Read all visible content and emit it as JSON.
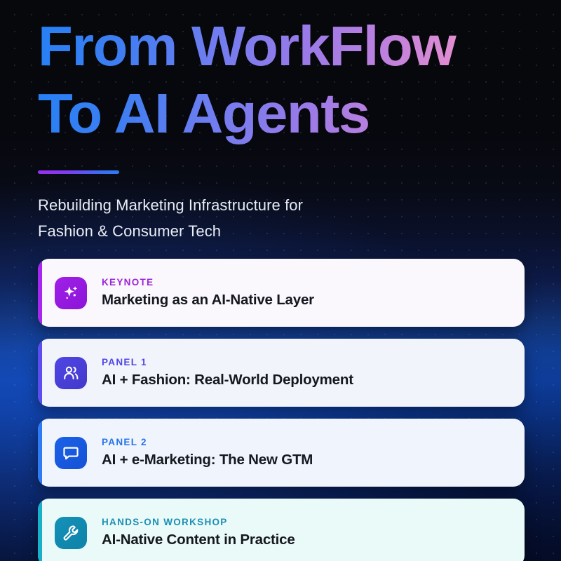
{
  "poster": {
    "title": {
      "line1": "From WorkFlow",
      "line2": "To AI Agents",
      "gradient_start": "#2680f5",
      "gradient_mid": "#9a7ae8",
      "gradient_end": "#ffaed0"
    },
    "accent_bar": {
      "from": "#9b2df0",
      "to": "#2f7bf5"
    },
    "subtitle": {
      "line1": "Rebuilding Marketing Infrastructure for",
      "line2": "Fashion & Consumer Tech"
    },
    "background": {
      "top_color": "#07080c",
      "mid_color": "#0f44ab",
      "bottom_color": "#050f2e",
      "dot_color": "#96a5d2"
    },
    "cards": [
      {
        "kicker": "KEYNOTE",
        "title": "Marketing as an AI-Native Layer",
        "icon": "sparkles-icon",
        "icon_color": "#a020e8",
        "icon_color_2": "#8c14d8",
        "accent_color": "#a726f0",
        "kicker_color": "#9b26d6",
        "card_bg": "#faf7fd"
      },
      {
        "kicker": "PANEL 1",
        "title": "AI + Fashion: Real-World Deployment",
        "icon": "users-icon",
        "icon_color": "#4f46e5",
        "icon_color_2": "#4338ca",
        "accent_color": "#5b4df0",
        "kicker_color": "#4f46e5",
        "card_bg": "#f2f4fc"
      },
      {
        "kicker": "PANEL 2",
        "title": "AI + e-Marketing: The New GTM",
        "icon": "chat-icon",
        "icon_color": "#1a62e8",
        "icon_color_2": "#1551d6",
        "accent_color": "#2f7bf5",
        "kicker_color": "#2574ea",
        "card_bg": "#f0f5fd"
      },
      {
        "kicker": "HANDS-ON WORKSHOP",
        "title": "AI-Native Content in Practice",
        "icon": "wrench-icon",
        "icon_color": "#1491b8",
        "icon_color_2": "#0f82a8",
        "accent_color": "#19b0c9",
        "kicker_color": "#1b8fb5",
        "card_bg": "#eafaf8"
      }
    ]
  }
}
